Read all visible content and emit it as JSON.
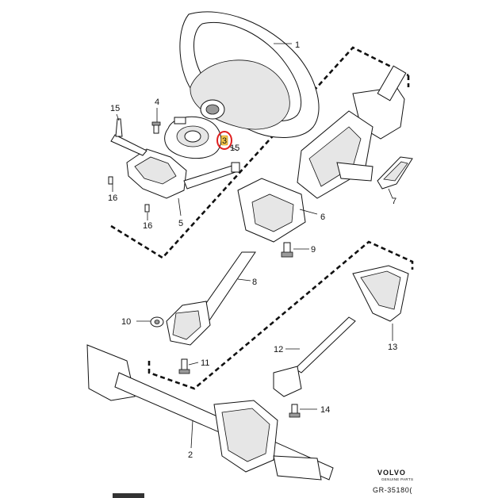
{
  "callouts": {
    "c1": "1",
    "c2": "2",
    "c3": "3",
    "c4": "4",
    "c5": "5",
    "c6": "6",
    "c7": "7",
    "c8": "8",
    "c9": "9",
    "c10": "10",
    "c11": "11",
    "c12": "12",
    "c13": "13",
    "c14": "14",
    "c15a": "15",
    "c15b": "15",
    "c16a": "16",
    "c16b": "16"
  },
  "brand": {
    "name": "VOLVO",
    "tagline": "GENUINE PARTS",
    "code": "GR-35180("
  },
  "colors": {
    "line": "#111111",
    "highlight": "#e02020",
    "highlight_fill": "#f5c84a"
  }
}
